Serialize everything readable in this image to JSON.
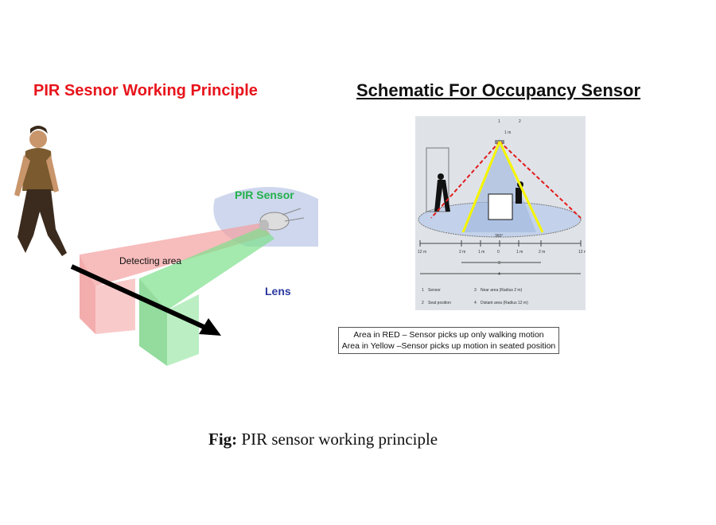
{
  "left": {
    "title": "PIR Sesnor Working Principle",
    "sensor_label": "PIR Sensor",
    "area_label": "Detecting area",
    "lens_label": "Lens"
  },
  "right": {
    "title": "Schematic For Occupancy Sensor",
    "marker_1": "1",
    "marker_2": "2",
    "offset_label": "1 m",
    "angle_label": "360°",
    "scale": [
      "12 m",
      "2 m",
      "1 m",
      "0",
      "1 m",
      "2 m",
      "12 m"
    ],
    "range_3": "3",
    "range_4": "4",
    "legend": [
      {
        "num": "1",
        "text": "Sensor"
      },
      {
        "num": "3",
        "text": "Near area (Radius 2 m)"
      },
      {
        "num": "2",
        "text": "Seat position"
      },
      {
        "num": "4",
        "text": "Distant area (Radius 12 m)"
      }
    ],
    "note_red": "Area in RED – Sensor picks up only walking motion",
    "note_yellow": "Area in Yellow –Sensor picks up motion in seated position"
  },
  "caption": {
    "prefix": "Fig:",
    "text": "PIR sensor working principle"
  },
  "colors": {
    "title_red": "#e8141c",
    "sensor_green": "#22b14c",
    "lens_blue": "#2b3aa0"
  }
}
